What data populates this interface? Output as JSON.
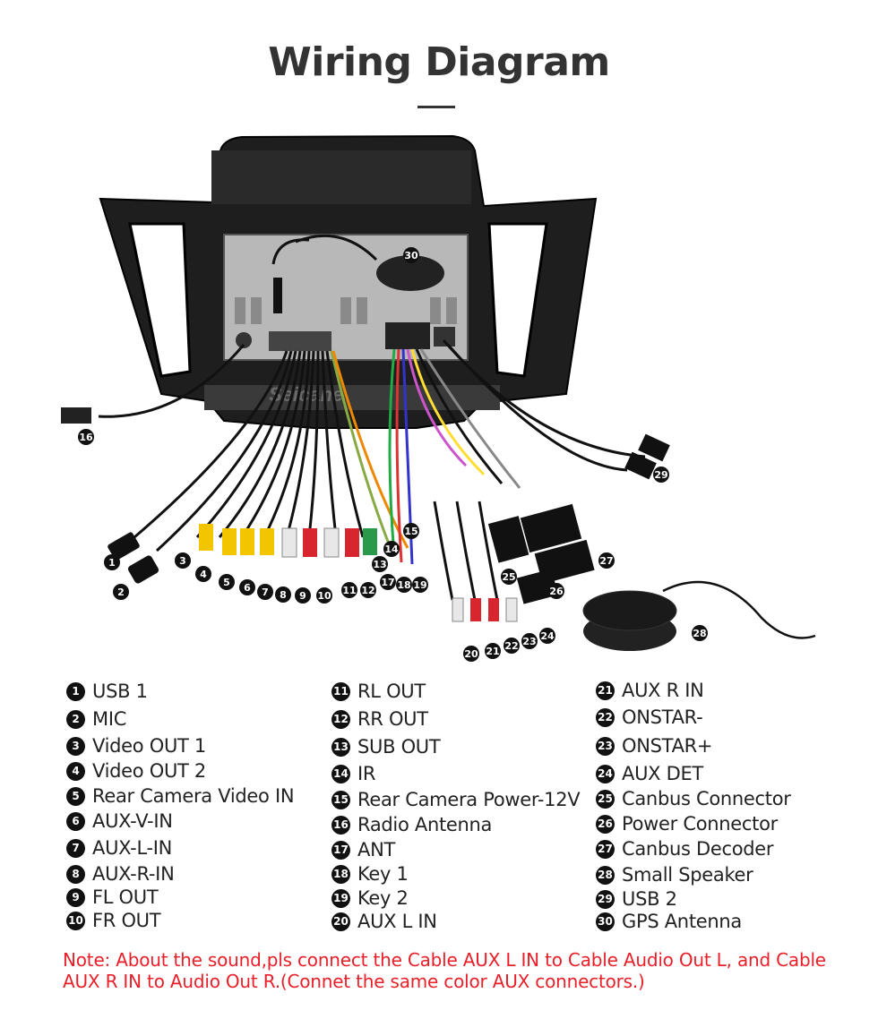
{
  "title": "Wiring Diagram",
  "watermark": "Seicane",
  "legend": [
    {
      "num": "1",
      "label": "USB 1"
    },
    {
      "num": "2",
      "label": "MIC"
    },
    {
      "num": "3",
      "label": "Video OUT 1"
    },
    {
      "num": "4",
      "label": "Video OUT 2"
    },
    {
      "num": "5",
      "label": "Rear Camera Video IN"
    },
    {
      "num": "6",
      "label": "AUX-V-IN"
    },
    {
      "num": "7",
      "label": "AUX-L-IN"
    },
    {
      "num": "8",
      "label": "AUX-R-IN"
    },
    {
      "num": "9",
      "label": "FL OUT"
    },
    {
      "num": "10",
      "label": "FR OUT"
    },
    {
      "num": "11",
      "label": "RL OUT"
    },
    {
      "num": "12",
      "label": "RR OUT"
    },
    {
      "num": "13",
      "label": "SUB OUT"
    },
    {
      "num": "14",
      "label": "IR"
    },
    {
      "num": "15",
      "label": "Rear Camera Power-12V"
    },
    {
      "num": "16",
      "label": "Radio Antenna"
    },
    {
      "num": "17",
      "label": "ANT"
    },
    {
      "num": "18",
      "label": "Key 1"
    },
    {
      "num": "19",
      "label": "Key 2"
    },
    {
      "num": "20",
      "label": "AUX L IN"
    },
    {
      "num": "21",
      "label": "AUX R IN"
    },
    {
      "num": "22",
      "label": "ONSTAR-"
    },
    {
      "num": "23",
      "label": "ONSTAR+"
    },
    {
      "num": "24",
      "label": "AUX DET"
    },
    {
      "num": "25",
      "label": "Canbus Connector"
    },
    {
      "num": "26",
      "label": "Power Connector"
    },
    {
      "num": "27",
      "label": "Canbus Decoder"
    },
    {
      "num": "28",
      "label": "Small Speaker"
    },
    {
      "num": "29",
      "label": "USB 2"
    },
    {
      "num": "30",
      "label": "GPS Antenna"
    }
  ],
  "note": "Note: About the sound,pls connect the Cable AUX L IN to Cable Audio Out L, and Cable AUX R IN to  Audio Out R.(Connet the same color AUX connectors.)",
  "colors": {
    "badge": "#111111",
    "note": "#e8202a",
    "title": "#333333"
  }
}
